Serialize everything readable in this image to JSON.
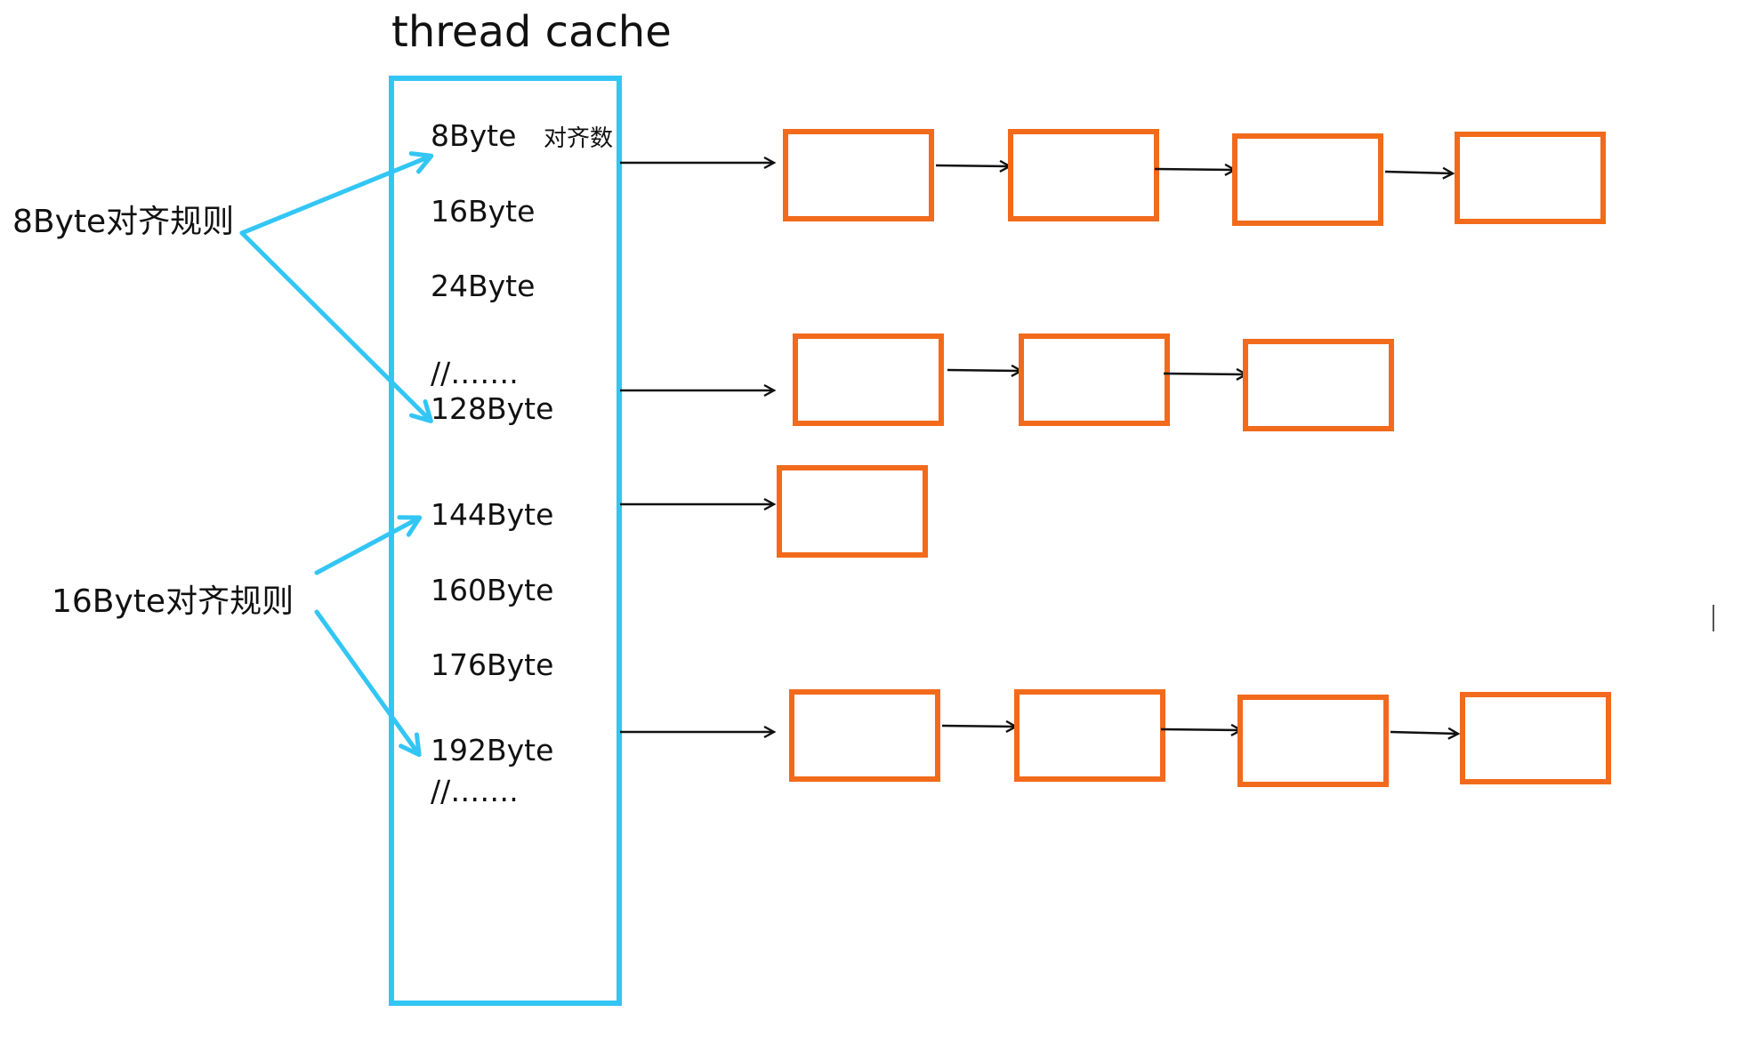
{
  "title": "thread cache",
  "note": "对齐数",
  "rows": [
    {
      "label": "8Byte"
    },
    {
      "label": "16Byte"
    },
    {
      "label": "24Byte"
    },
    {
      "label": "//……."
    },
    {
      "label": "128Byte"
    },
    {
      "label": "144Byte"
    },
    {
      "label": "160Byte"
    },
    {
      "label": "176Byte"
    },
    {
      "label": "192Byte"
    },
    {
      "label": "//……."
    }
  ],
  "rules": [
    {
      "label": "8Byte对齐规则",
      "targets": [
        "8Byte",
        "128Byte"
      ]
    },
    {
      "label": "16Byte对齐规则",
      "targets": [
        "144Byte",
        "192Byte"
      ]
    }
  ],
  "free_lists": [
    {
      "row": "8Byte",
      "blocks": 4
    },
    {
      "row": "128Byte",
      "blocks": 3
    },
    {
      "row": "144Byte",
      "blocks": 1
    },
    {
      "row": "192Byte",
      "blocks": 4
    }
  ],
  "colors": {
    "cache_border": "#33c6f4",
    "block_border": "#f26a1b",
    "arrow": "#111111",
    "rule_arrow": "#33c6f4"
  }
}
